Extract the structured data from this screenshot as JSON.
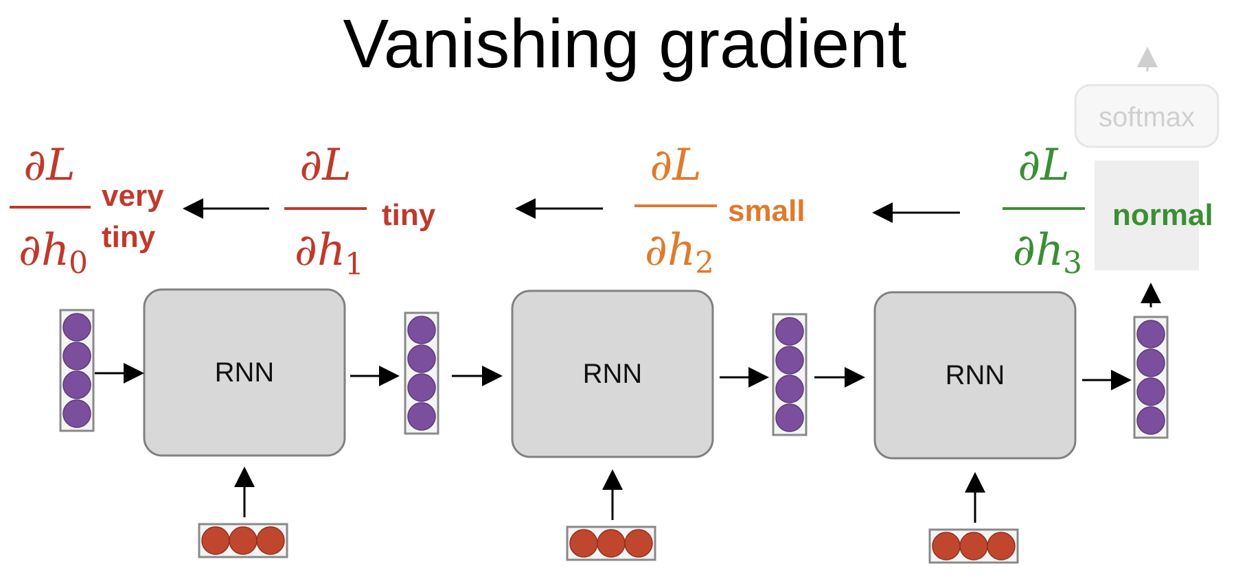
{
  "title": "Vanishing gradient",
  "colors": {
    "red": "#c0392b",
    "orange": "#e07a2c",
    "green": "#3a8f35",
    "purple": "#7b4f9e",
    "input_red": "#c0472e",
    "box_gray": "#d8d8d8",
    "faded_gray": "#eeeeee"
  },
  "gradients": [
    {
      "numerator": "∂L",
      "denominator": "∂h",
      "subscript": "0",
      "word_line1": "very",
      "word_line2": "tiny",
      "color": "#c0392b"
    },
    {
      "numerator": "∂L",
      "denominator": "∂h",
      "subscript": "1",
      "word_line1": "tiny",
      "word_line2": "",
      "color": "#c0392b"
    },
    {
      "numerator": "∂L",
      "denominator": "∂h",
      "subscript": "2",
      "word_line1": "small",
      "word_line2": "",
      "color": "#e07a2c"
    },
    {
      "numerator": "∂L",
      "denominator": "∂h",
      "subscript": "3",
      "word_line1": "normal",
      "word_line2": "",
      "color": "#3a8f35"
    }
  ],
  "rnn_cells": [
    {
      "label": "RNN"
    },
    {
      "label": "RNN"
    },
    {
      "label": "RNN"
    }
  ],
  "softmax_label": "softmax",
  "hidden_vector_units": 4,
  "input_vector_units": 3
}
